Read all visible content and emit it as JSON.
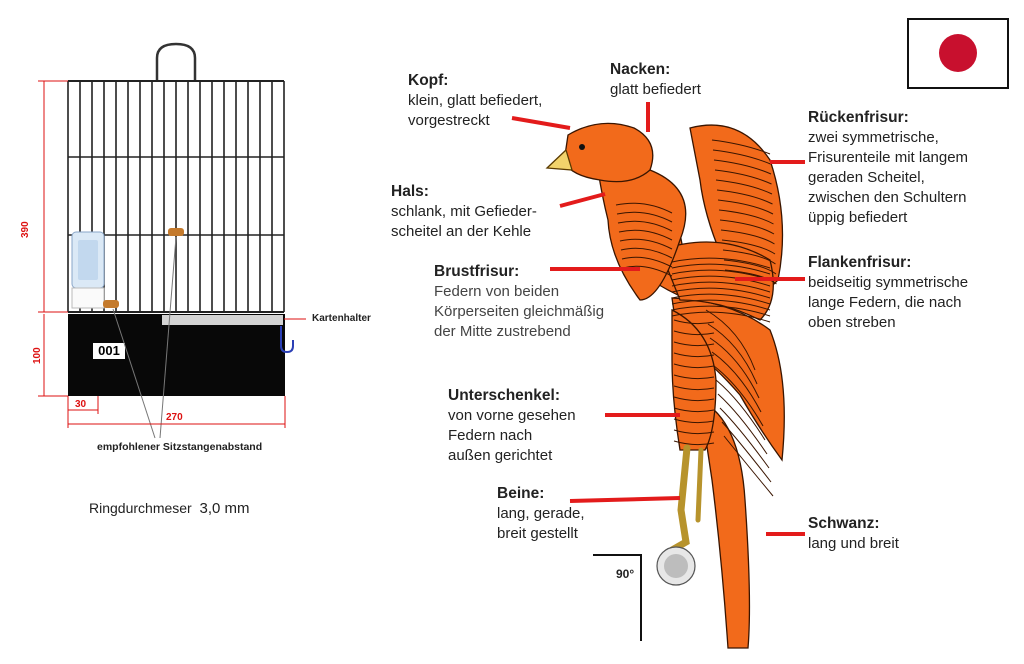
{
  "cage": {
    "card_label": "001",
    "card_holder_label": "Kartenhalter",
    "perch_label": "empfohlener Sitzstangenabstand",
    "height_dim": "390",
    "base_dim": "100",
    "side_dim": "30",
    "width_dim": "270"
  },
  "ring": {
    "label": "Ringdurchmeser",
    "value": "3,0 mm"
  },
  "angle_label": "90°",
  "flag": {
    "name": "japan-flag",
    "color": "#c8102e"
  },
  "colors": {
    "bird": "#f26a1b",
    "pointer": "#e31b1b",
    "dim": "#d11111"
  },
  "features": [
    {
      "title": "Kopf:",
      "lines": [
        "klein, glatt befiedert,",
        "vorgestreckt"
      ]
    },
    {
      "title": "Nacken:",
      "lines": [
        "glatt befiedert"
      ]
    },
    {
      "title": "Rückenfrisur:",
      "lines": [
        "zwei symmetrische,",
        "Frisurenteile mit langem",
        "geraden Scheitel,",
        "zwischen den Schultern",
        "üppig befiedert"
      ]
    },
    {
      "title": "Hals:",
      "lines": [
        "schlank, mit Gefieder-",
        "scheitel an der Kehle"
      ]
    },
    {
      "title": "Brustfrisur:",
      "lines": [
        "Federn von beiden",
        "Körperseiten gleichmäßig",
        "der Mitte zustrebend"
      ]
    },
    {
      "title": "Flankenfrisur:",
      "lines": [
        "beidseitig symmetrische",
        "lange Federn, die nach",
        "oben streben"
      ]
    },
    {
      "title": "Unterschenkel:",
      "lines": [
        "von vorne gesehen",
        "Federn nach",
        "außen gerichtet"
      ]
    },
    {
      "title": "Beine:",
      "lines": [
        "lang, gerade,",
        "breit gestellt"
      ]
    },
    {
      "title": "Schwanz:",
      "lines": [
        "lang und breit"
      ]
    }
  ]
}
